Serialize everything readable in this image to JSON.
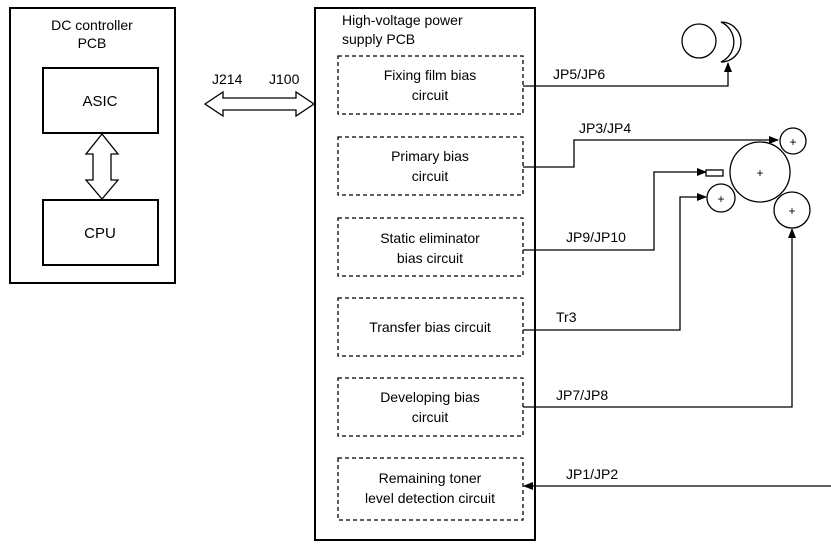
{
  "dc_controller": {
    "title_line1": "DC controller",
    "title_line2": "PCB",
    "asic": "ASIC",
    "cpu": "CPU"
  },
  "connectors": {
    "left": "J214",
    "right": "J100"
  },
  "hv_supply": {
    "title_line1": "High-voltage power",
    "title_line2": "supply PCB"
  },
  "circuits": [
    {
      "line1": "Fixing film bias",
      "line2": "circuit",
      "output": "JP5/JP6"
    },
    {
      "line1": "Primary bias",
      "line2": "circuit",
      "output": "JP3/JP4"
    },
    {
      "line1": "Static eliminator",
      "line2": "bias circuit",
      "output": "JP9/JP10"
    },
    {
      "line1": "Transfer bias circuit",
      "line2": "",
      "output": "Tr3"
    },
    {
      "line1": "Developing bias",
      "line2": "circuit",
      "output": "JP7/JP8"
    },
    {
      "line1": "Remaining toner",
      "line2": "level detection circuit",
      "output": "JP1/JP2"
    }
  ],
  "symbols": {
    "plus": "+"
  }
}
